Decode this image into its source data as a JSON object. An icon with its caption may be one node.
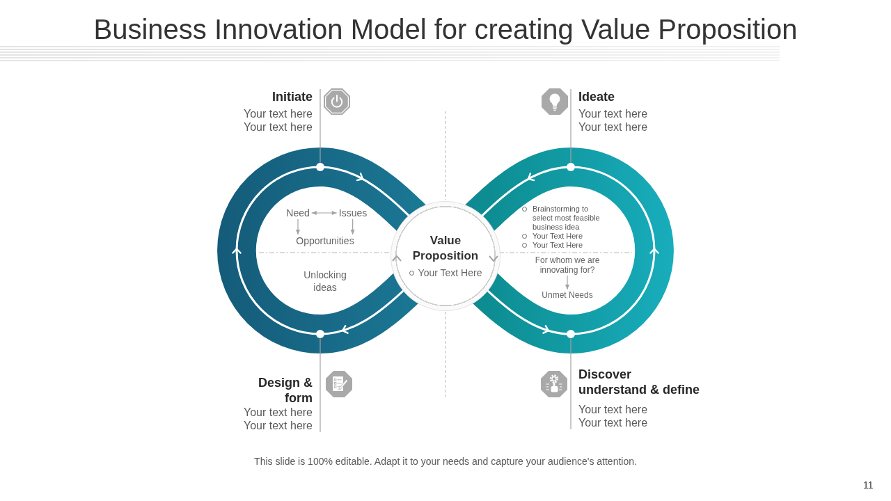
{
  "diagram": {
    "title": "Business Innovation Model for creating Value Proposition",
    "caption": "This slide is 100% editable. Adapt it to your needs and capture your audience's attention.",
    "nodes": [
      {
        "text": [
          "Initiate",
          "Your text here",
          "Your text here"
        ]
      },
      {
        "text": [
          "Ideate",
          "Your text here",
          "Your text here"
        ]
      },
      {
        "text": [],
        "shape": "circle"
      },
      {
        "text": [],
        "shape": "circle"
      },
      {
        "text": [
          "Need"
        ]
      },
      {
        "text": [
          "Issues"
        ]
      },
      {
        "text": [
          "Opportunities"
        ]
      },
      {
        "text": [
          "Value Proposition",
          "Your Text Here"
        ]
      },
      {
        "text": [
          "For whom we are innovating for?"
        ]
      },
      {
        "text": [
          "Unmet Needs"
        ]
      },
      {
        "text": [],
        "shape": "circle"
      },
      {
        "text": [],
        "shape": "circle"
      },
      {
        "text": [
          "Design & form",
          "Your text here",
          "Your text here"
        ]
      },
      {
        "text": [
          "Discover understand & define",
          "Your text here",
          "Your text here"
        ]
      }
    ],
    "edges": [
      {
        "from": 0,
        "to": 2,
        "arrow": "none"
      },
      {
        "from": 1,
        "to": 3,
        "arrow": "none"
      },
      {
        "from": 4,
        "to": 5,
        "arrow": "both"
      },
      {
        "from": 4,
        "to": 6,
        "arrow": "to"
      },
      {
        "from": 5,
        "to": 6,
        "arrow": "to"
      },
      {
        "from": 8,
        "to": 9,
        "arrow": "to"
      },
      {
        "from": 12,
        "to": 10,
        "arrow": "none"
      },
      {
        "from": 13,
        "to": 11,
        "arrow": "none"
      }
    ],
    "labels": [
      "Brainstorming to select most feasible business idea",
      "Your Text Here",
      "Your Text Here",
      "Unlocking ideas",
      "11"
    ]
  }
}
